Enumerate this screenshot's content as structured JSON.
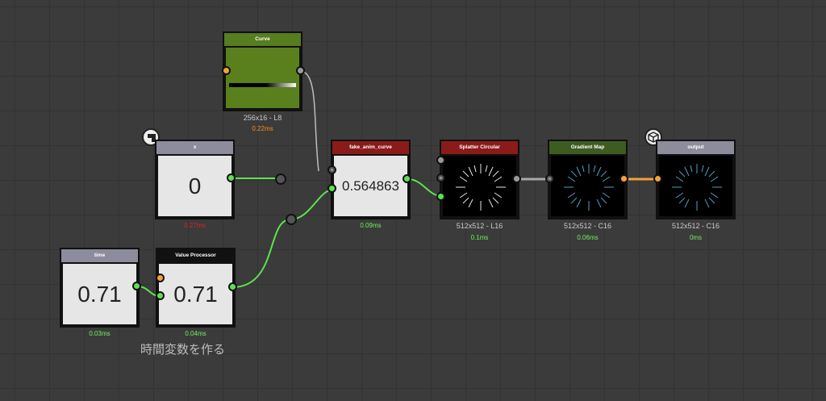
{
  "nodes": {
    "curve": {
      "title": "Curve",
      "title_color": "#567d1e",
      "size_label": "256x16 - L8",
      "time": "0.22ms"
    },
    "x": {
      "title": "x",
      "title_color": "#8c8c9c",
      "value": "0",
      "time": "0.27ms"
    },
    "time": {
      "title": "time",
      "title_color": "#8c8c9c",
      "value": "0.71",
      "time": "0.03ms"
    },
    "value_processor": {
      "title": "Value Processor",
      "title_color": "#111111",
      "value": "0.71",
      "time": "0.04ms"
    },
    "fake_anim_curve": {
      "title": "fake_anim_curve",
      "title_color": "#8b1a1a",
      "value": "0.564863",
      "time": "0.09ms"
    },
    "splatter": {
      "title": "Splatter Circular",
      "title_color": "#8b1a1a",
      "size_label": "512x512 - L16",
      "time": "0.1ms"
    },
    "gradient_map": {
      "title": "Gradient Map",
      "title_color": "#3e5c22",
      "size_label": "512x512 - C16",
      "time": "0.06ms"
    },
    "output": {
      "title": "output",
      "title_color": "#8c8c9c",
      "size_label": "512x512 - C16",
      "time": "0ms"
    }
  },
  "comment": "時間変数を作る",
  "icons": {
    "x_badge": "checker-icon",
    "output_badge": "cube-icon"
  }
}
